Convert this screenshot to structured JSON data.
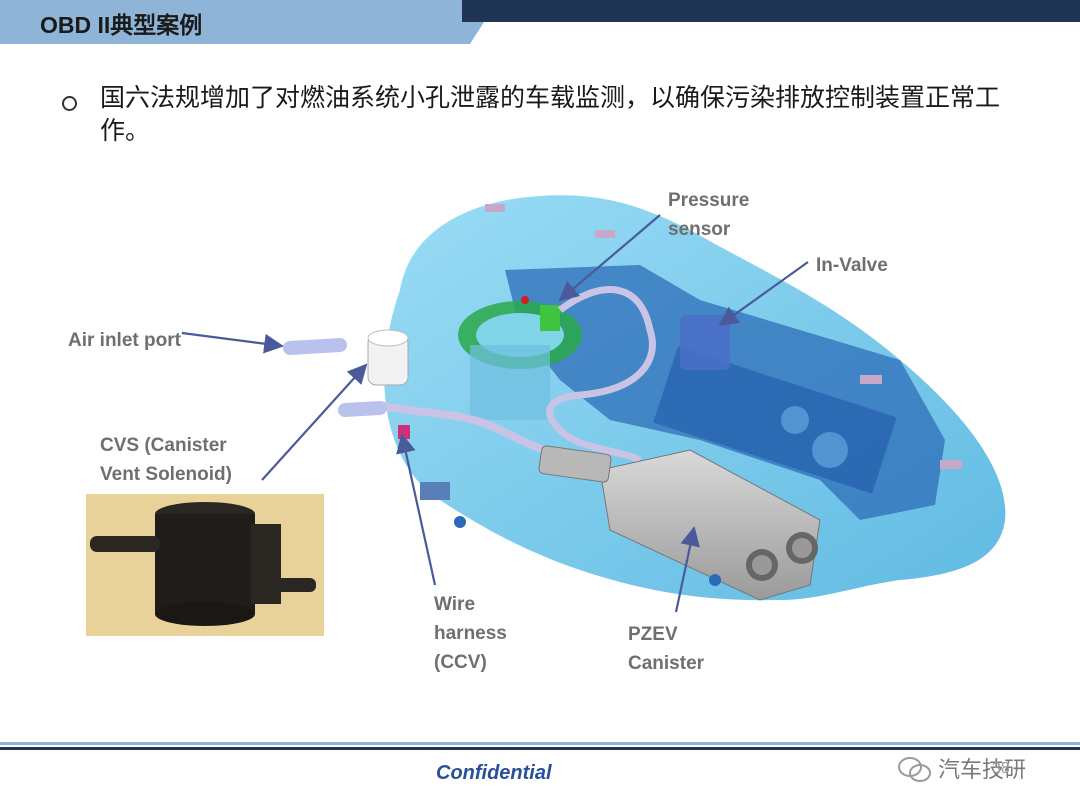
{
  "header": {
    "title": "OBD II典型案例"
  },
  "bullet": {
    "text": "国六法规增加了对燃油系统小孔泄露的车载监测，以确保污染排放控制装置正常工作。"
  },
  "labels": {
    "pressure_sensor": "Pressure\nsensor",
    "in_valve": "In-Valve",
    "air_inlet_port": "Air inlet port",
    "cvs": "CVS (Canister\nVent Solenoid)",
    "wire_harness": "Wire\nharness\n(CCV)",
    "pzev_canister": "PZEV\nCanister"
  },
  "footer": {
    "confidential": "Confidential",
    "watermark": "汽车技研",
    "page_number": "38"
  },
  "colors": {
    "header_light": "#8eb4d8",
    "header_dark": "#1f3553",
    "tank": "#6ec8ec",
    "arrow": "#4a5a9a",
    "confidential": "#2a4f9a"
  }
}
